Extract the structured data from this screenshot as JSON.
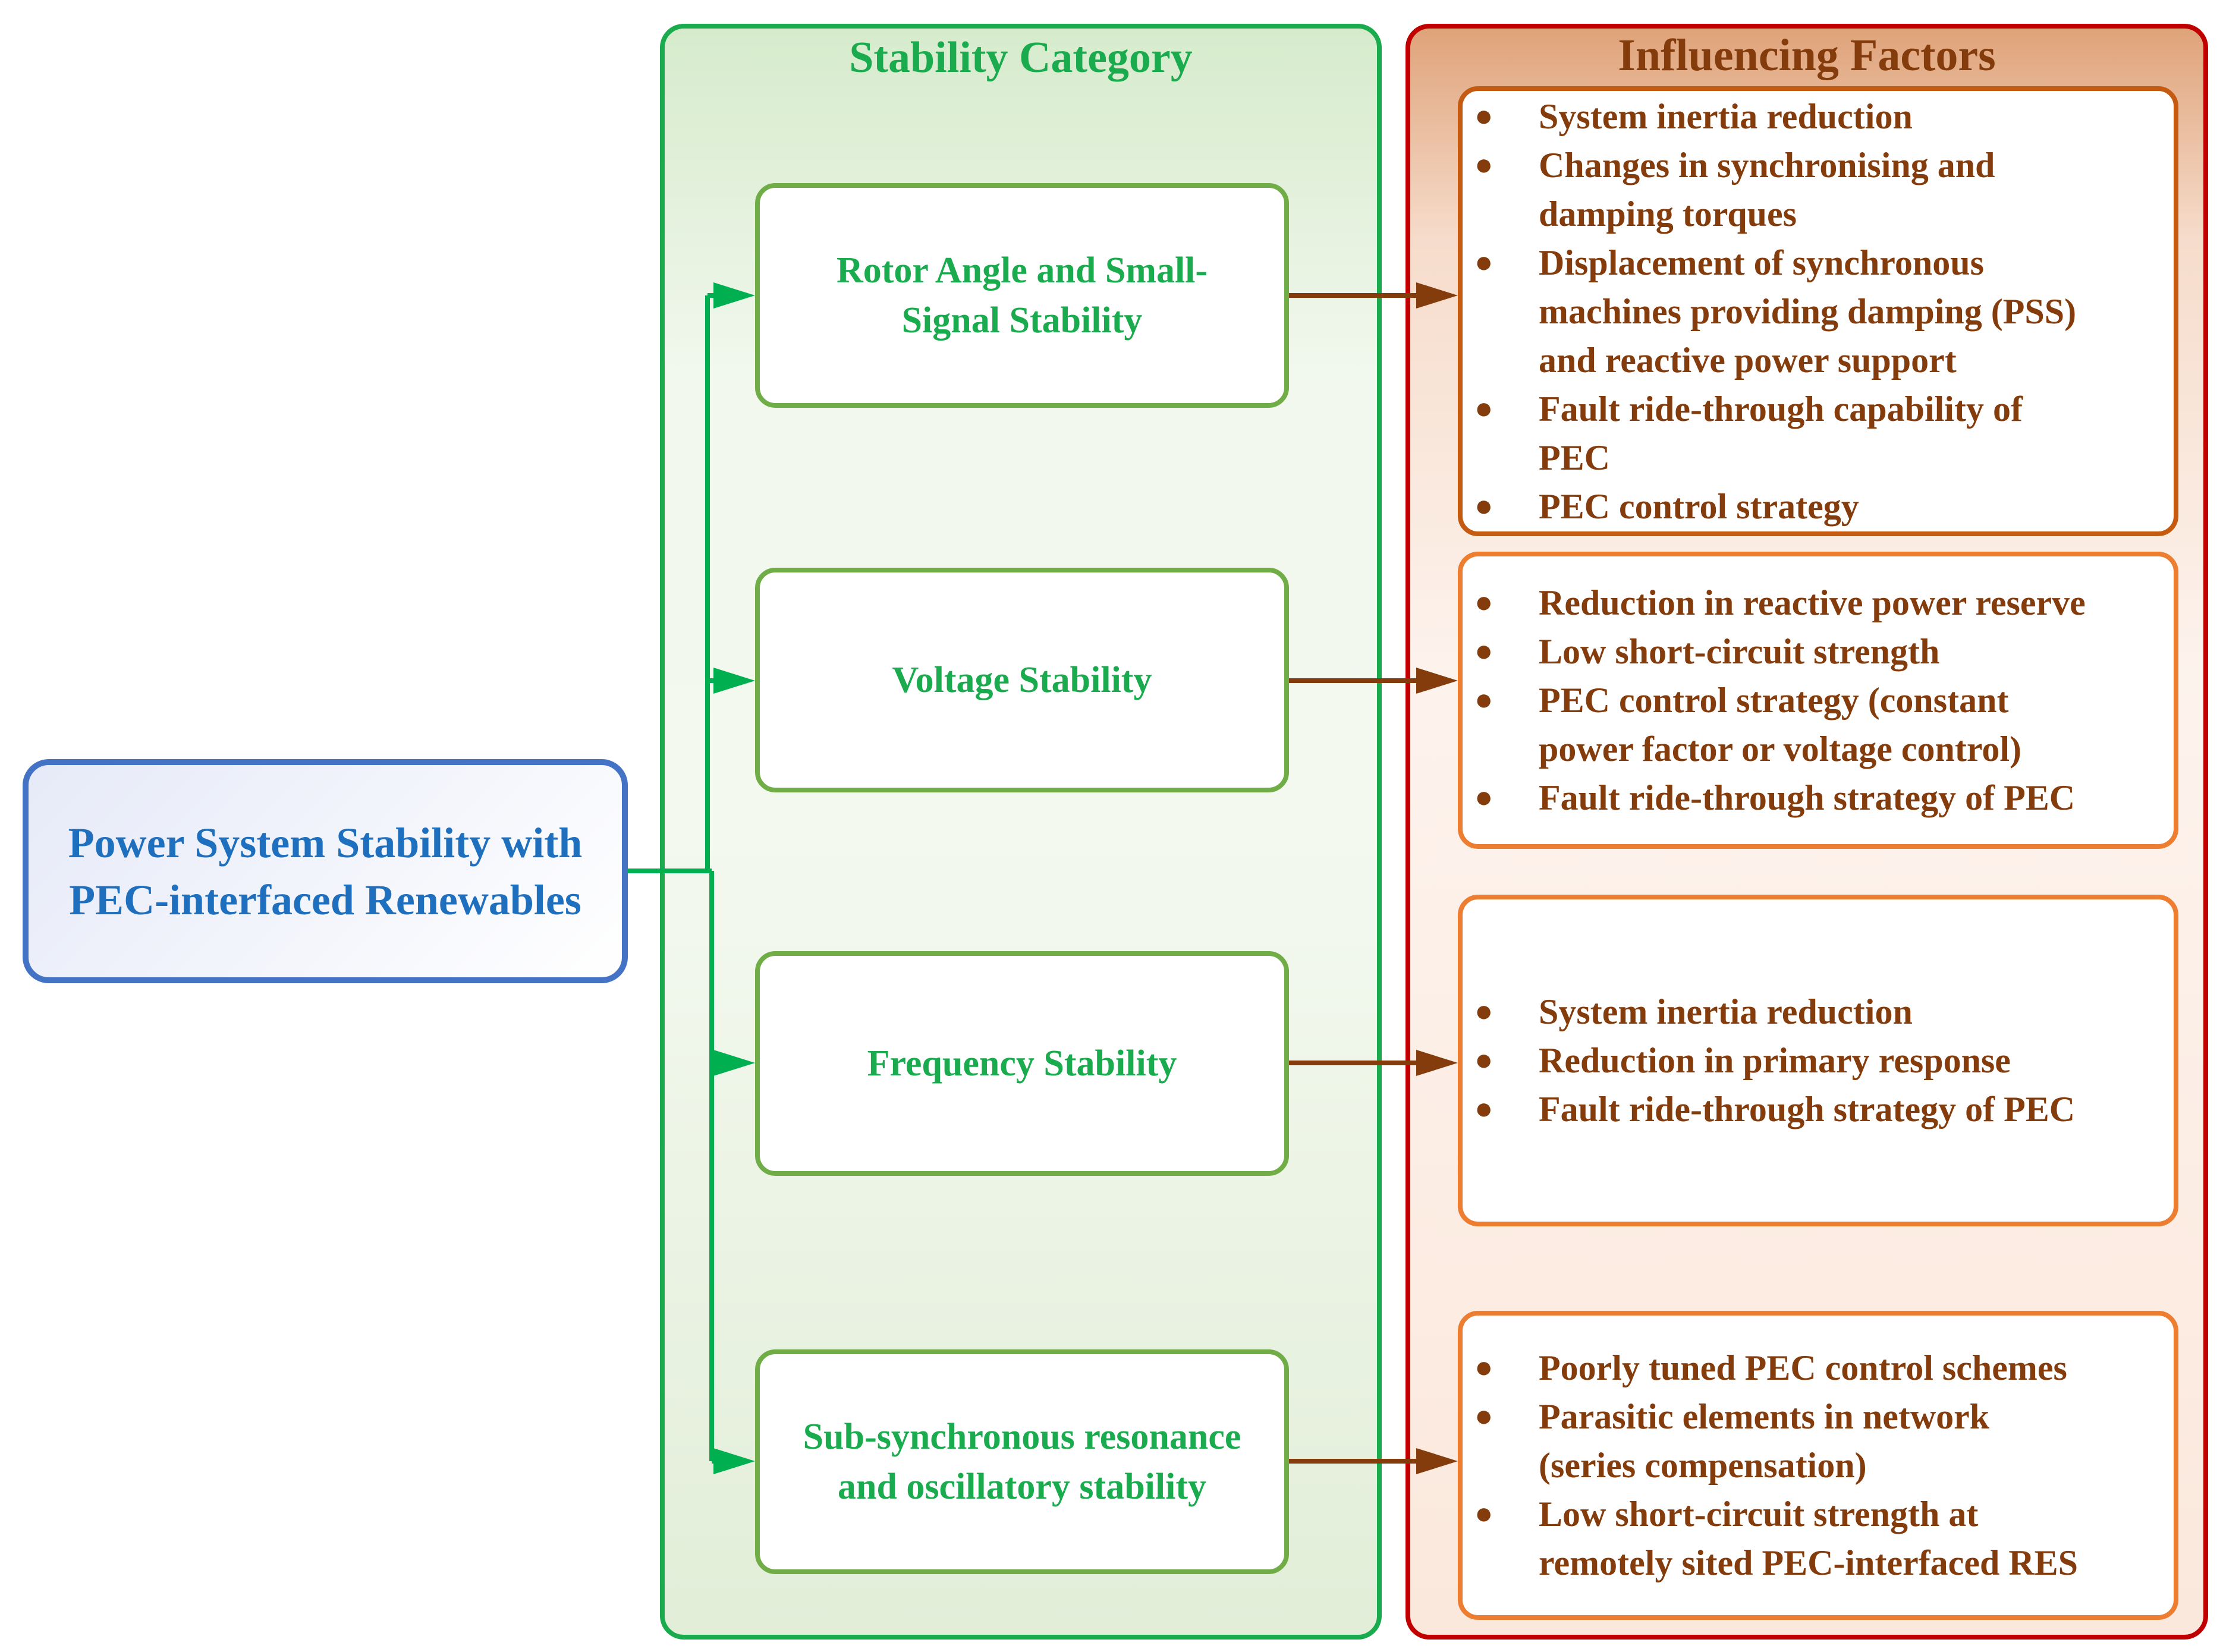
{
  "root": {
    "label": "Power System Stability with\nPEC-interfaced Renewables"
  },
  "stability_panel": {
    "heading": "Stability Category",
    "categories": [
      {
        "label": "Rotor Angle and Small-\nSignal Stability"
      },
      {
        "label": "Voltage Stability"
      },
      {
        "label": "Frequency Stability"
      },
      {
        "label": "Sub-synchronous resonance\nand oscillatory stability"
      }
    ]
  },
  "factors_panel": {
    "heading": "Influencing Factors",
    "groups": [
      {
        "items": [
          "System inertia reduction",
          "Changes in synchronising and\ndamping torques",
          "Displacement of synchronous\nmachines providing damping (PSS)\nand reactive power support",
          "Fault ride-through capability of\nPEC",
          "PEC control strategy"
        ]
      },
      {
        "items": [
          "Reduction in reactive power reserve",
          "Low short-circuit strength",
          "PEC control strategy (constant\npower factor or voltage control)",
          "Fault ride-through strategy of PEC"
        ]
      },
      {
        "items": [
          "System inertia reduction",
          "Reduction in primary response",
          "Fault ride-through strategy of PEC"
        ]
      },
      {
        "items": [
          "Poorly tuned PEC control schemes",
          "Parasitic elements in network\n(series compensation)",
          "Low short-circuit strength at\nremotely sited PEC-interfaced RES"
        ]
      }
    ]
  },
  "colors": {
    "root_border": "#4472c4",
    "root_text": "#1f6fbf",
    "green_panel_border": "#1aab4e",
    "category_box_border": "#70ad47",
    "green_arrow": "#00b050",
    "factors_panel_border": "#c00000",
    "factors_box_border": "#ed7d31",
    "factor_text": "#843c0c",
    "brown_arrow": "#843c0c"
  }
}
